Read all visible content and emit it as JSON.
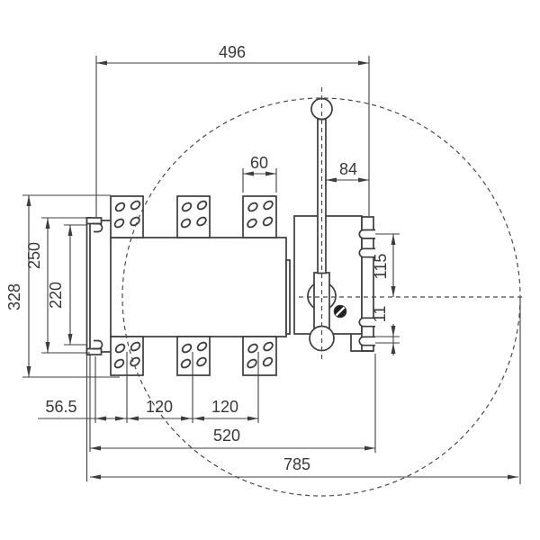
{
  "drawing": {
    "dims": {
      "width_top": "496",
      "pad_width": "60",
      "handle_to_edge": "84",
      "overall_height": "328",
      "bracket_outer": "250",
      "bracket_inner": "220",
      "slot_to_center": "115",
      "slot_offset": "11",
      "left_offset": "56.5",
      "pole_pitch_1": "120",
      "pole_pitch_2": "120",
      "base_width": "520",
      "handle_swing": "785"
    },
    "colors": {
      "line": "#3c3c3c",
      "dimension": "#3f3f3f",
      "background": "#ffffff",
      "text": "#383838"
    }
  }
}
